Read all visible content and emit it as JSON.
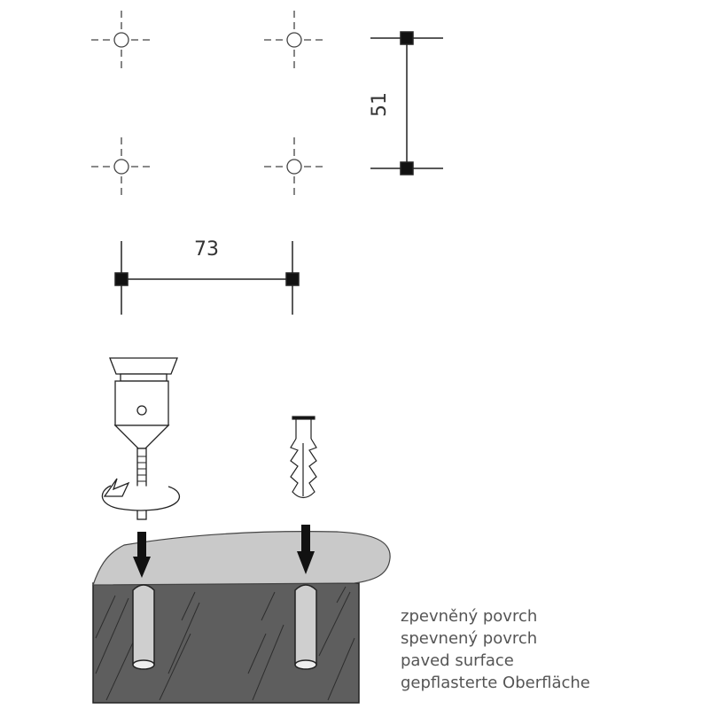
{
  "dimensions": {
    "vertical": "51",
    "horizontal": "73"
  },
  "legend": [
    "zpevněný povrch",
    "spevnený povrch",
    "paved surface",
    "gepflasterte Oberfläche"
  ],
  "colors": {
    "ground": "#5e5e5e",
    "pavement": "#c9c9c9",
    "hole": "#cfcfcf",
    "line": "#222222"
  }
}
